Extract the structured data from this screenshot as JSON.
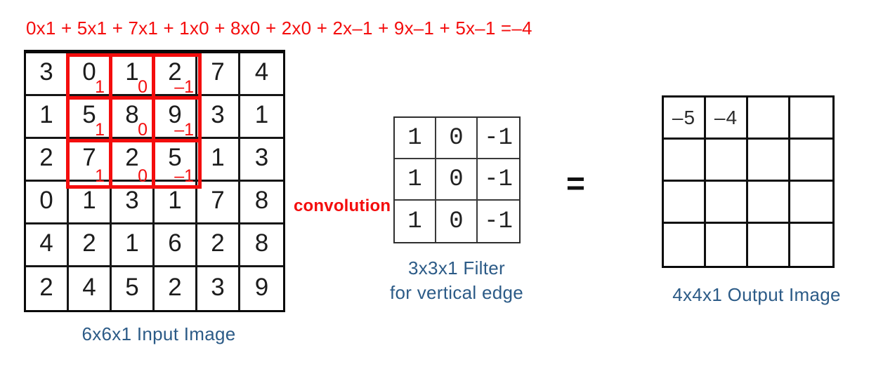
{
  "colors": {
    "red": "#F40D0D",
    "blue": "#2C5B87"
  },
  "formula": "0x1 + 5x1 + 7x1 + 1x0 + 8x0 + 2x0 + 2x–1 + 9x–1 + 5x–1 =–4",
  "convolution_label": "convolution",
  "equals_sign": "=",
  "input_matrix": {
    "label": "6x6x1 Input Image",
    "rows": [
      [
        "3",
        "0",
        "1",
        "2",
        "7",
        "4"
      ],
      [
        "1",
        "5",
        "8",
        "9",
        "3",
        "1"
      ],
      [
        "2",
        "7",
        "2",
        "5",
        "1",
        "3"
      ],
      [
        "0",
        "1",
        "3",
        "1",
        "7",
        "8"
      ],
      [
        "4",
        "2",
        "1",
        "6",
        "2",
        "8"
      ],
      [
        "2",
        "4",
        "5",
        "2",
        "3",
        "9"
      ]
    ],
    "highlight_window": {
      "row_start": 0,
      "col_start": 1,
      "rows": 3,
      "cols": 3,
      "weights_per_column": [
        "1",
        "0",
        "–1"
      ]
    }
  },
  "filter_matrix": {
    "label_line1": "3x3x1 Filter",
    "label_line2": "for vertical edge",
    "rows": [
      [
        "1",
        "0",
        "-1"
      ],
      [
        "1",
        "0",
        "-1"
      ],
      [
        "1",
        "0",
        "-1"
      ]
    ]
  },
  "output_matrix": {
    "label": "4x4x1 Output Image",
    "rows": [
      [
        "–5",
        "–4",
        "",
        ""
      ],
      [
        "",
        "",
        "",
        ""
      ],
      [
        "",
        "",
        "",
        ""
      ],
      [
        "",
        "",
        "",
        ""
      ]
    ]
  }
}
